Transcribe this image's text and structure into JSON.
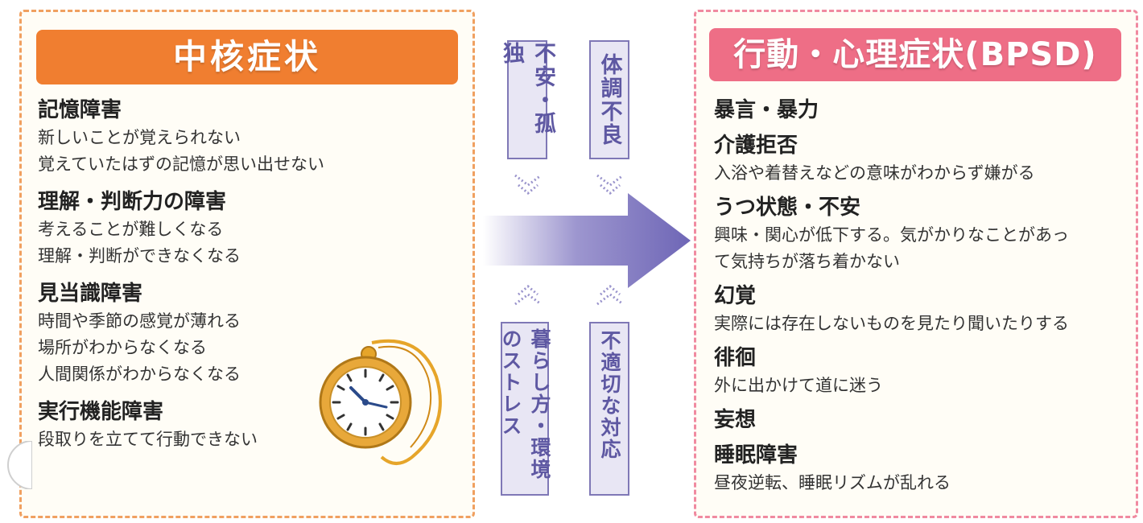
{
  "core": {
    "header": "中核症状",
    "items": [
      {
        "title": "記憶障害",
        "lines": [
          "新しいことが覚えられない",
          "覚えていたはずの記憶が思い出せない"
        ]
      },
      {
        "title": "理解・判断力の障害",
        "lines": [
          "考えることが難しくなる",
          "理解・判断ができなくなる"
        ]
      },
      {
        "title": "見当識障害",
        "lines": [
          "時間や季節の感覚が薄れる",
          "場所がわからなくなる",
          "人間関係がわからなくなる"
        ]
      },
      {
        "title": "実行機能障害",
        "lines": [
          "段取りを立てて行動できない"
        ]
      }
    ]
  },
  "bpsd": {
    "header": "行動・心理症状(BPSD)",
    "items": [
      {
        "title": "暴言・暴力",
        "lines": []
      },
      {
        "title": "介護拒否",
        "lines": [
          "入浴や着替えなどの意味がわからず嫌がる"
        ]
      },
      {
        "title": "うつ状態・不安",
        "lines": [
          "興味・関心が低下する。気がかりなことがあっ",
          "て気持ちが落ち着かない"
        ]
      },
      {
        "title": "幻覚",
        "lines": [
          "実際には存在しないものを見たり聞いたりする"
        ]
      },
      {
        "title": "徘徊",
        "lines": [
          "外に出かけて道に迷う"
        ]
      },
      {
        "title": "妄想",
        "lines": []
      },
      {
        "title": "睡眠障害",
        "lines": [
          "昼夜逆転、睡眠リズムが乱れる"
        ]
      }
    ]
  },
  "factors": {
    "top": [
      "不安・孤独",
      "体調不良"
    ],
    "bottom": [
      "暮らし方・環境のストレス",
      "不適切な対応"
    ]
  },
  "colors": {
    "core_accent": "#f07e30",
    "bpsd_accent": "#ee6e86",
    "factor_purple": "#5e58a2"
  },
  "icons": [
    "pocket-watch-icon",
    "right-arrow-icon",
    "chevron-down-icon",
    "chevron-up-icon"
  ]
}
